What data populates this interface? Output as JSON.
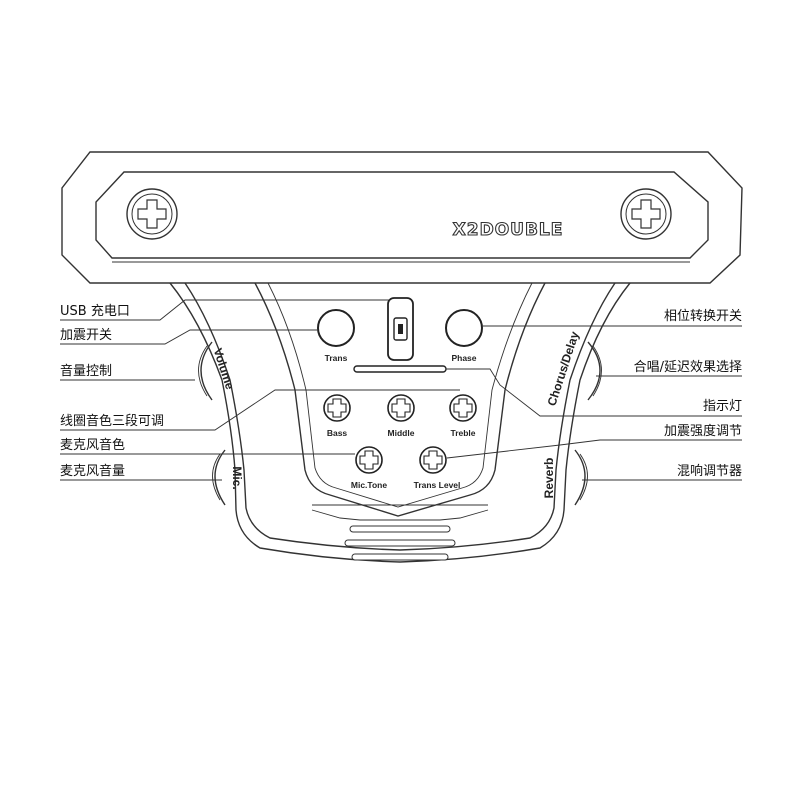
{
  "brand": "X2DOUBLE",
  "callouts_left": {
    "usb": "USB 充电口",
    "vibration_switch": "加震开关",
    "volume_control": "音量控制",
    "coil_eq": "线圈音色三段可调",
    "mic_tone": "麦克风音色",
    "mic_volume": "麦克风音量"
  },
  "callouts_right": {
    "phase_switch": "相位转换开关",
    "chorus_delay_select": "合唱/延迟效果选择",
    "indicator": "指示灯",
    "vibration_intensity": "加震强度调节",
    "reverb_control": "混响调节器"
  },
  "panel_labels": {
    "trans": "Trans",
    "phase": "Phase",
    "bass": "Bass",
    "middle": "Middle",
    "treble": "Treble",
    "mic_tone": "Mic.Tone",
    "trans_level": "Trans Level"
  },
  "side_labels": {
    "volume": "Volume",
    "mic": "Mic.",
    "chorus_delay": "Chorus/Delay",
    "reverb": "Reverb"
  }
}
